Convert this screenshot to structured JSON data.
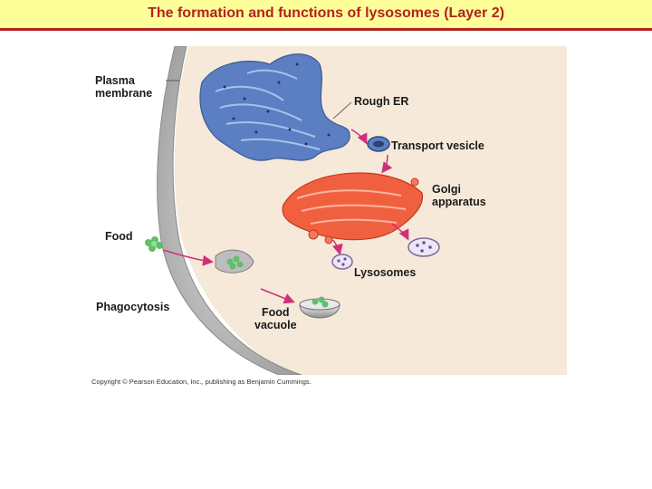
{
  "title": "The formation and functions of lysosomes (Layer 2)",
  "labels": {
    "plasma_membrane_line1": "Plasma",
    "plasma_membrane_line2": "membrane",
    "rough_er": "Rough ER",
    "transport_vesicle": "Transport vesicle",
    "golgi_line1": "Golgi",
    "golgi_line2": "apparatus",
    "food": "Food",
    "lysosomes": "Lysosomes",
    "phagocytosis": "Phagocytosis",
    "food_vacuole_line1": "Food",
    "food_vacuole_line2": "vacuole"
  },
  "copyright": "Copyright © Pearson Education, Inc., publishing as Benjamin Cummings.",
  "colors": {
    "title_bg": "#ffff99",
    "title_text": "#b22222",
    "cytoplasm": "#f6e9d9",
    "membrane": "#a9a9a9",
    "rough_er": "#5b7fc2",
    "golgi": "#f0603f",
    "arrow": "#d0307a",
    "food": "#5fbf6a",
    "lysosome": "#d9cfe8"
  }
}
